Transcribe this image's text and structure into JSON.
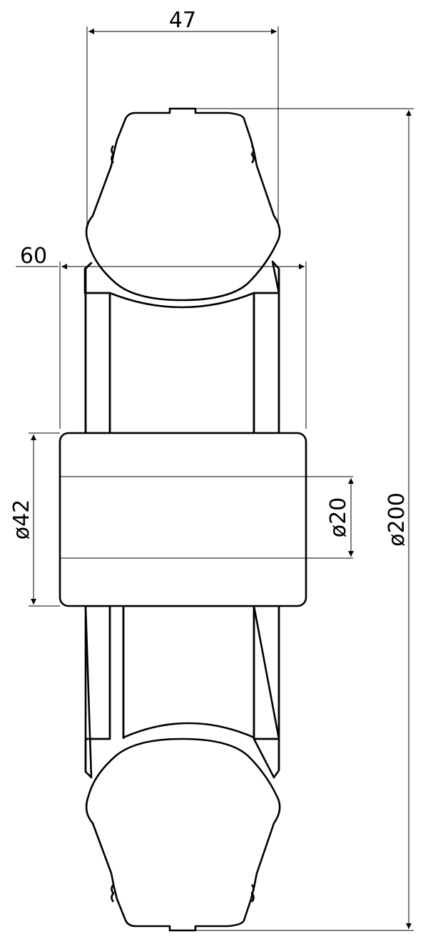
{
  "dimensions": {
    "tire_width": "47",
    "hub_length": "60",
    "hub_diameter": "ø42",
    "bore_diameter": "ø20",
    "wheel_diameter": "ø200"
  }
}
